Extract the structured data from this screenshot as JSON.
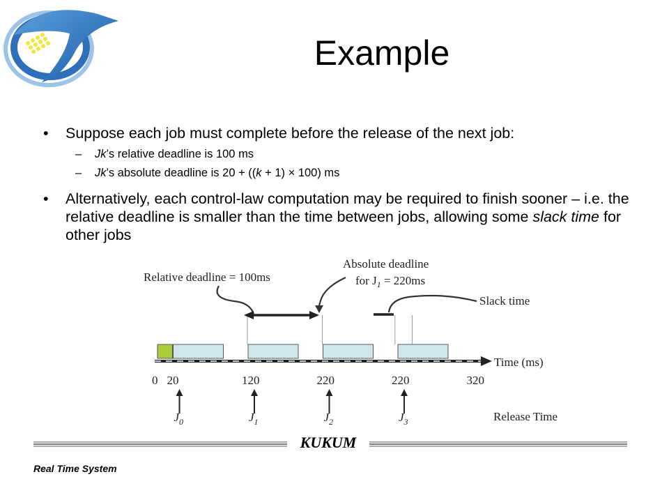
{
  "slide": {
    "title": "Example",
    "bullets": [
      {
        "text": "Suppose each job must complete before the release of the next job:",
        "sub": [
          {
            "var": "Jk",
            "rest": "’s relative deadline is 100 ms"
          },
          {
            "var": "Jk",
            "rest": "’s absolute deadline is 20 + ((",
            "var2": "k",
            "rest2": " + 1) × 100) ms"
          }
        ]
      },
      {
        "text_before": "Alternatively, each control-law computation may be required to finish sooner – i.e. the relative deadline is smaller than the time between jobs, allowing some ",
        "emphasis": "slack time",
        "text_after": " for other jobs"
      }
    ]
  },
  "diagram": {
    "rel_label": "Relative deadline = 100ms",
    "abs_label_1": "Absolute deadline",
    "abs_label_2_pre": "for J",
    "abs_label_2_sub": "1",
    "abs_label_2_post": " = 220ms",
    "slack_label": "Slack time",
    "axis_label": "Time (ms)",
    "release_label": "Release Time",
    "ticks": [
      {
        "label": "0",
        "at": 0
      },
      {
        "label": "20",
        "at": 20
      },
      {
        "label": "120",
        "at": 120
      },
      {
        "label": "220",
        "at": 220
      },
      {
        "label": "220",
        "at": 320
      },
      {
        "label": "320",
        "at": 420
      }
    ],
    "jobs": [
      {
        "name": "J",
        "sub": "0",
        "at": 20
      },
      {
        "name": "J",
        "sub": "1",
        "at": 120
      },
      {
        "name": "J",
        "sub": "2",
        "at": 220
      },
      {
        "name": "J",
        "sub": "3",
        "at": 320
      }
    ],
    "job_fill": "#cfe6ec",
    "initial_fill": "#a9cc3a"
  },
  "footer": {
    "brand": "KUKUM",
    "course": "Real Time System"
  }
}
